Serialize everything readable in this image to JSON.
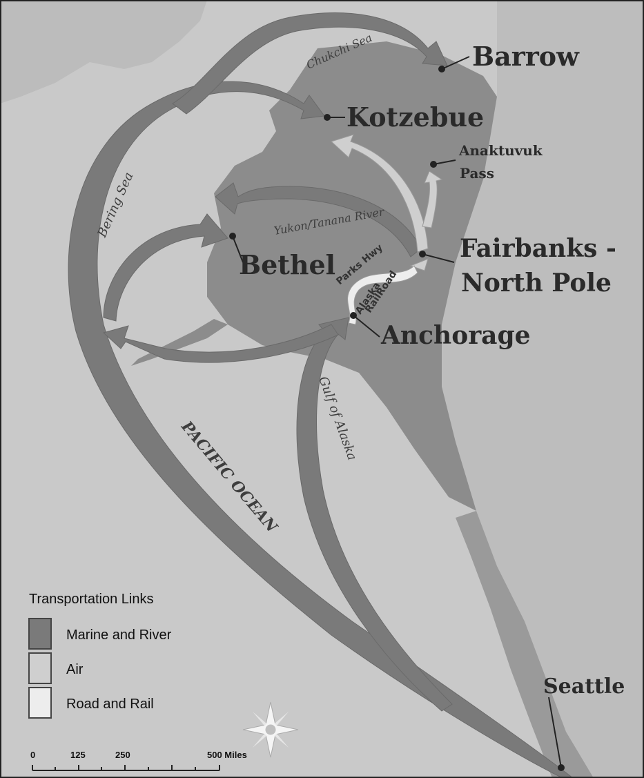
{
  "colors": {
    "ocean": "#c9c9c9",
    "land": "#8c8c8c",
    "canada": "#bdbdbd",
    "marine_river": "#7a7a7a",
    "air": "#cfcfcf",
    "road_rail": "#ededed",
    "frame": "#222222"
  },
  "cities": {
    "barrow": "Barrow",
    "kotzebue": "Kotzebue",
    "anaktuvuk_1": "Anaktuvuk",
    "anaktuvuk_2": "Pass",
    "fairbanks_1": "Fairbanks -",
    "fairbanks_2": "North Pole",
    "bethel": "Bethel",
    "anchorage": "Anchorage",
    "seattle": "Seattle"
  },
  "water_labels": {
    "chukchi": "Chukchi Sea",
    "bering": "Bering Sea",
    "yukon": "Yukon/Tanana River",
    "pacific": "PACIFIC OCEAN",
    "gulf": "Gulf of Alaska"
  },
  "route_labels": {
    "parks_hwy": "Parks Hwy",
    "alaska": "Alaska",
    "railroad": "RailRoad"
  },
  "legend": {
    "title": "Transportation Links",
    "items": [
      {
        "label": "Marine and River",
        "icon": "marine-river-swatch"
      },
      {
        "label": "Air",
        "icon": "air-swatch"
      },
      {
        "label": "Road and Rail",
        "icon": "road-rail-swatch"
      }
    ]
  },
  "scale_bar": {
    "ticks": [
      "0",
      "125",
      "250",
      "500 Miles"
    ]
  },
  "icons": {
    "compass": "compass-rose-icon"
  }
}
